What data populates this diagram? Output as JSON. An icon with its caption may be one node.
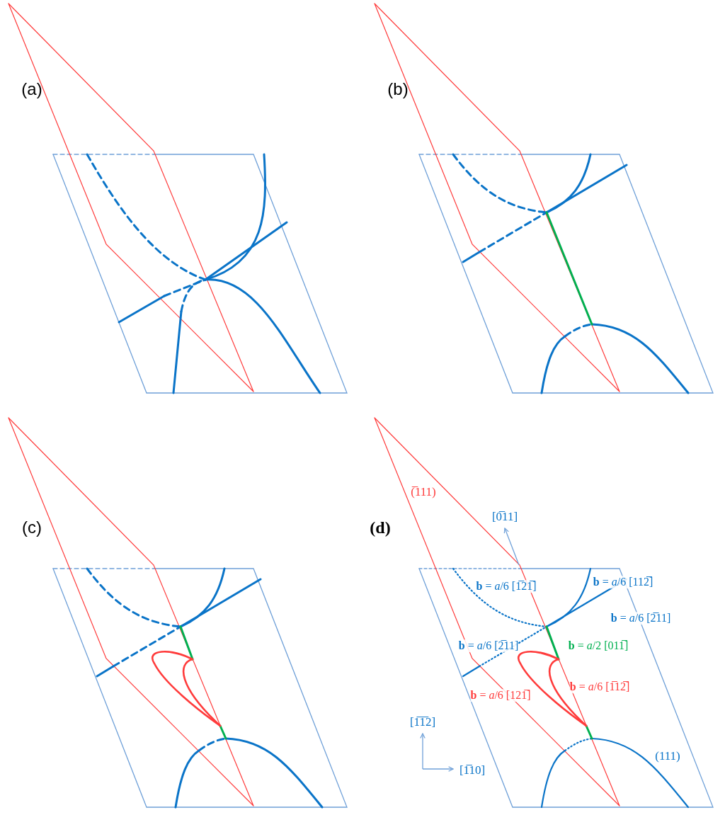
{
  "diagram": {
    "labels": [
      "(a)",
      "(b)",
      "(c)",
      "(d)",
      "(̅111)",
      "[0̅11]",
      "**b** = *a*/6 [1̅21̅]",
      "**b** = *a*/6 [112̅]",
      "**b** = *a*/6 [2̅11]",
      "**b** = *a*/6 [2̅11]",
      "**b** = *a*/2 [011̅]",
      "**b** = *a*/6 [121̅]",
      "**b** = *a*/6 [1̅12̅]",
      "[1̅1̅2]",
      "(111)",
      "[1̅10]"
    ]
  }
}
